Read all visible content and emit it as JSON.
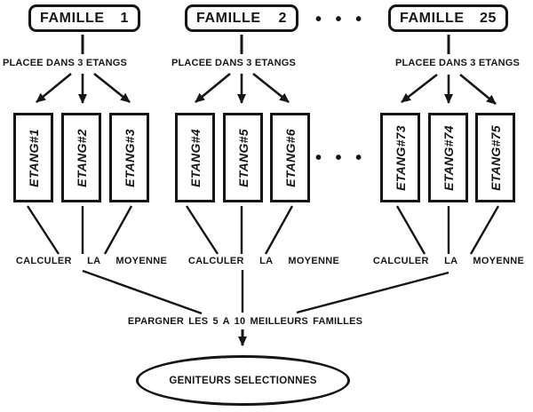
{
  "colors": {
    "ink": "#161616",
    "background": "#ffffff"
  },
  "groups": [
    {
      "family_name": "FAMILLE",
      "family_number": "1",
      "placement_label": "PLACEE DANS 3 ETANGS",
      "ponds": [
        "ETANG#1",
        "ETANG#2",
        "ETANG#3"
      ],
      "mean_label": "CALCULER LA MOYENNE"
    },
    {
      "family_name": "FAMILLE",
      "family_number": "2",
      "placement_label": "PLACEE DANS 3 ETANGS",
      "ponds": [
        "ETANG#4",
        "ETANG#5",
        "ETANG#6"
      ],
      "mean_label": "CALCULER LA MOYENNE"
    },
    {
      "family_name": "FAMILLE",
      "family_number": "25",
      "placement_label": "PLACEE DANS 3 ETANGS",
      "ponds": [
        "ETANG#73",
        "ETANG#74",
        "ETANG#75"
      ],
      "mean_label": "CALCULER LA MOYENNE"
    }
  ],
  "separators": {
    "families_ellipsis": "• • •",
    "ponds_ellipsis": "• • •"
  },
  "footer": {
    "selection_label": "EPARGNER LES 5 A 10 MEILLEURS FAMILLES",
    "result_label": "GENITEURS SELECTIONNES"
  }
}
